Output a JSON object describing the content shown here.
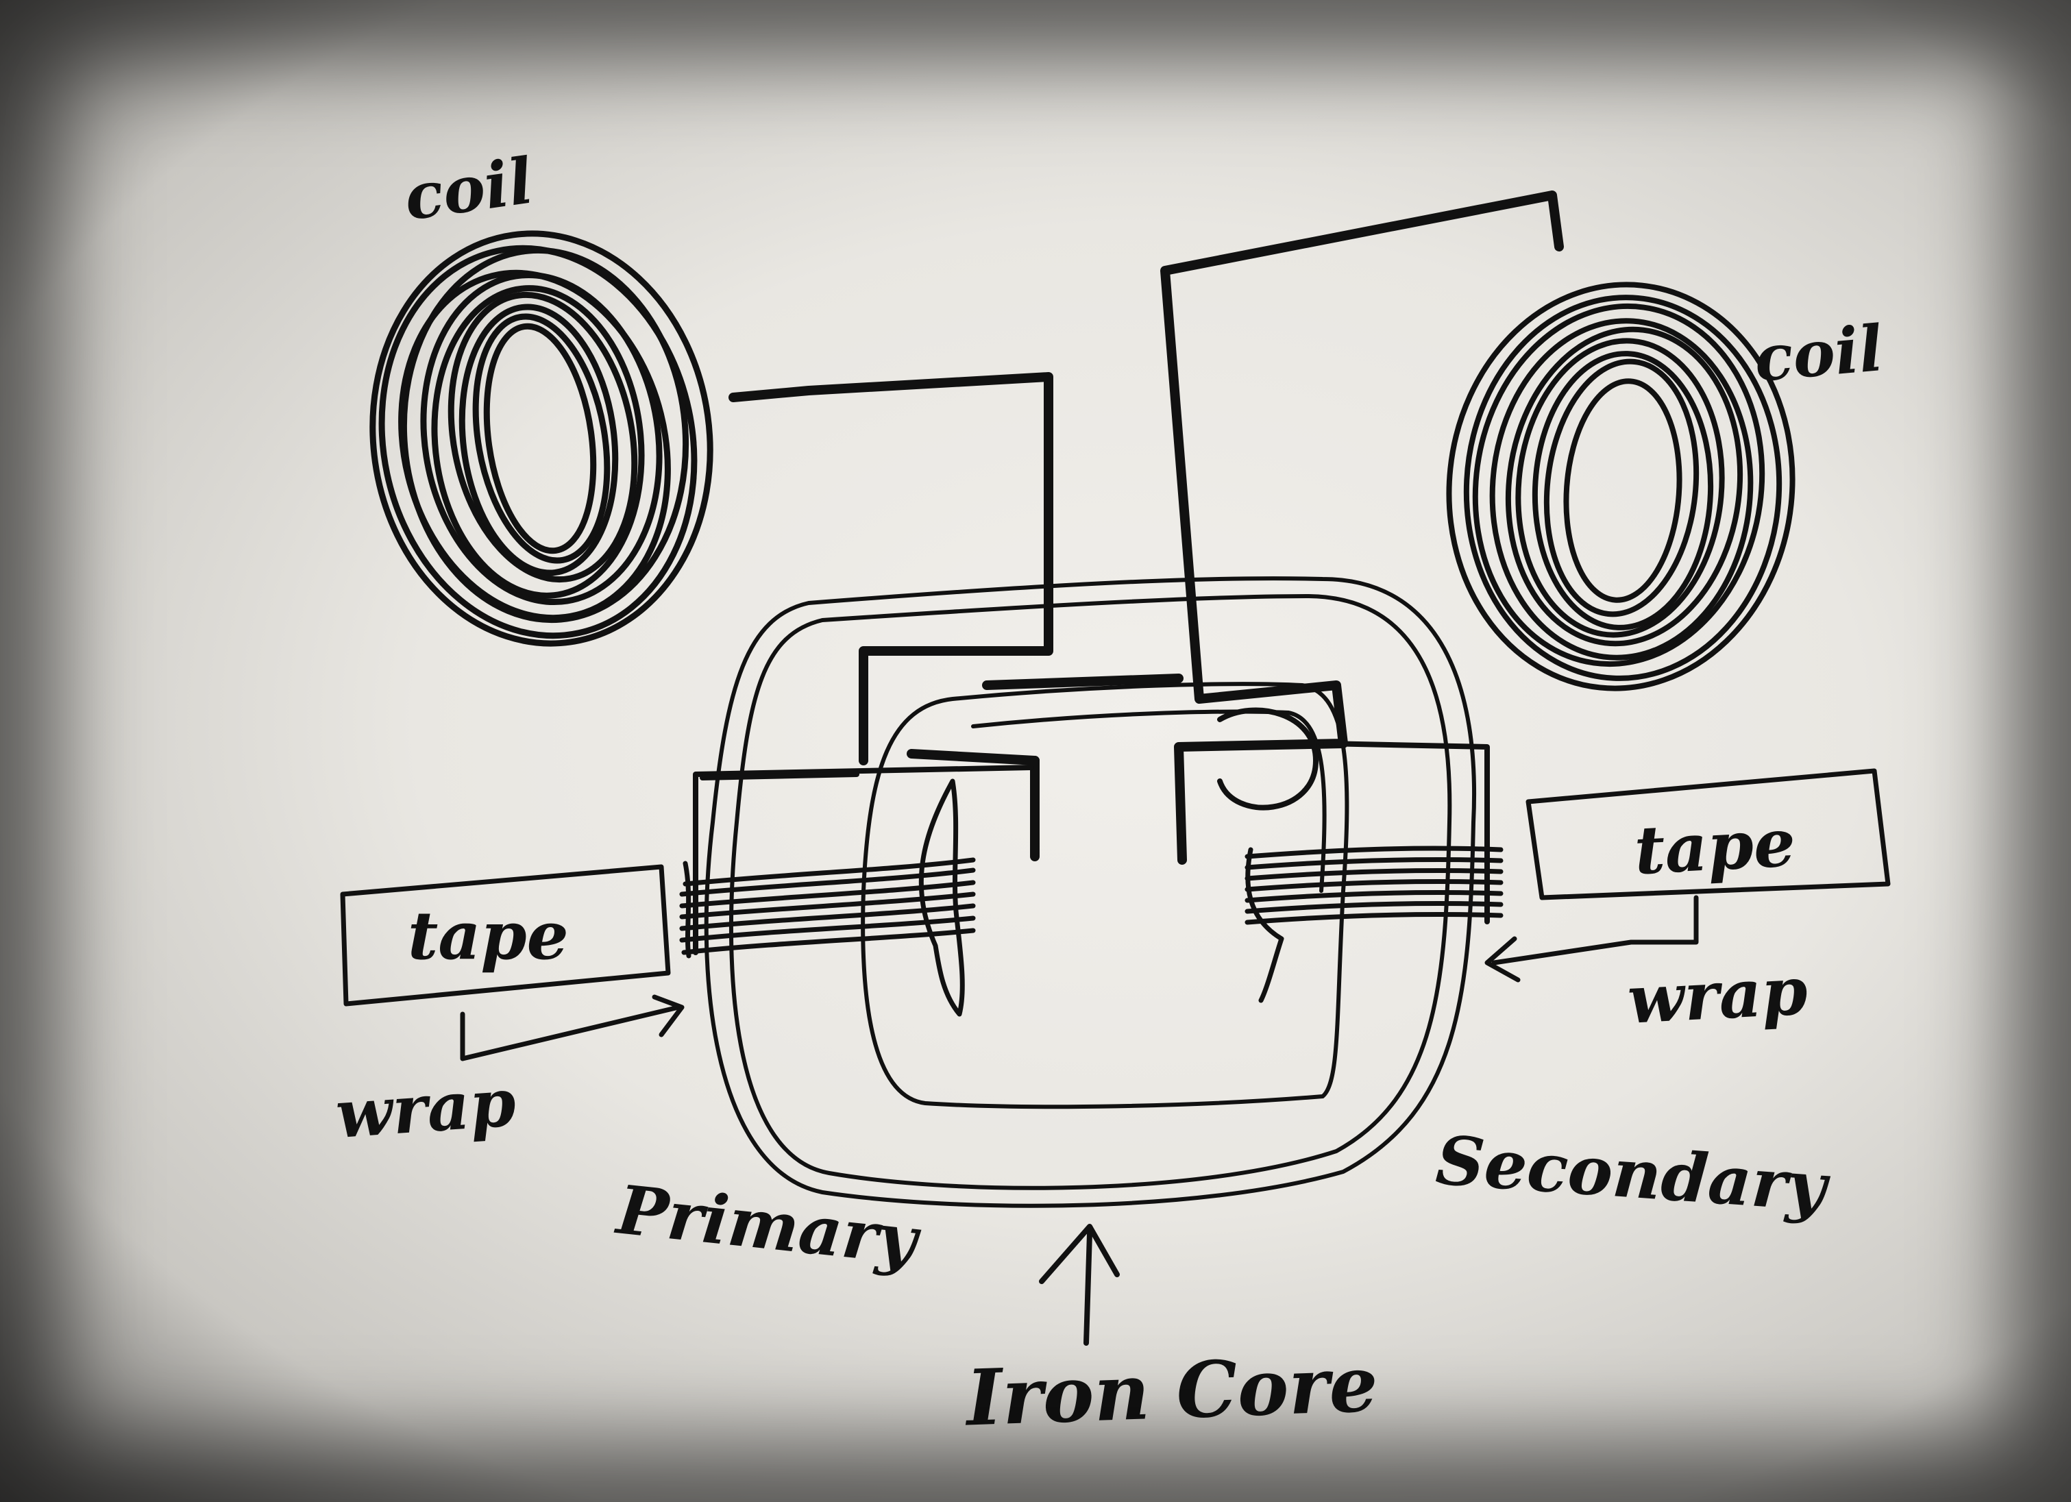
{
  "diagram": {
    "labels": {
      "coil_left": "coil",
      "coil_right": "coil",
      "tape_left": "tape",
      "tape_right": "tape",
      "wrap_left": "wrap",
      "wrap_right": "wrap",
      "primary": "Primary",
      "secondary": "Secondary",
      "iron_core": "Iron Core"
    },
    "ink_color": "#111111",
    "paper_color": "#ece9e4"
  }
}
